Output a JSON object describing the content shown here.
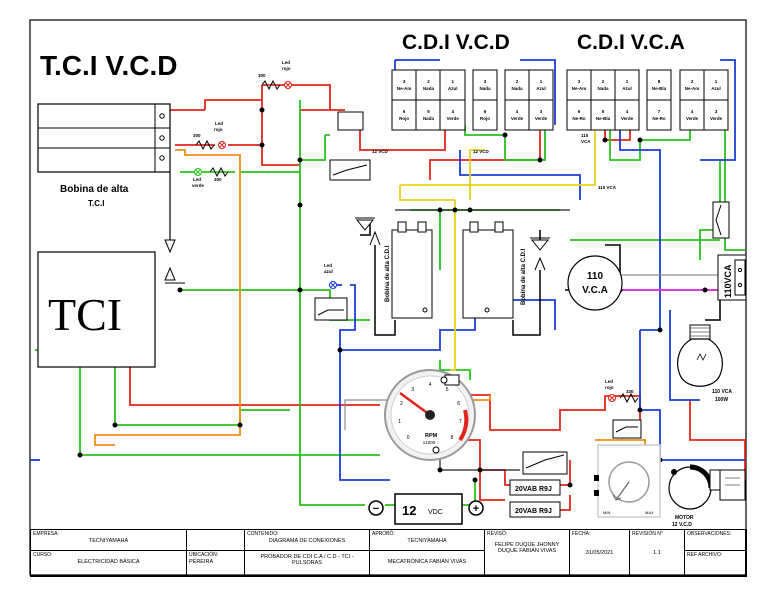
{
  "titles": {
    "tci_vcd": "T.C.I  V.C.D",
    "cdi_vcd": "C.D.I  V.C.D",
    "cdi_vca": "C.D.I  V.C.A"
  },
  "labels": {
    "bobina_alta": "Bobina de alta",
    "tci_small": "T.C.I",
    "tci_box": "TCI",
    "bobina_cdi_left": "Bobina de alta C.D.I",
    "bobina_cdi_right": "Bobina de alta C.D.I",
    "vca_110_a": "110",
    "vca_110_b": "V.C.A",
    "vca_110_vertical": "110VCA",
    "lamp": "110 VCA",
    "lamp_w": "100W",
    "motor_a": "MOTOR",
    "motor_b": "12 V.C.D",
    "vdc_value": "12",
    "vdc_unit": "VDC",
    "minus": "−",
    "plus": "+",
    "rpm": "RPM",
    "rpm_x": "x1000",
    "relay1": "20VAB R9J",
    "relay2": "20VAB R9J",
    "min": "MIN",
    "max": "MAX",
    "v12_a": "12 VCD",
    "v12_b": "12 VCD",
    "vca110_a": "110",
    "vca110_b": "VCA",
    "vca110_line": "110 VCA"
  },
  "leds": {
    "top": {
      "label_a": "Led",
      "label_b": "rojo",
      "res": "300"
    },
    "mid_red": {
      "label_a": "Led",
      "label_b": "rojo",
      "res": "300"
    },
    "mid_green": {
      "label_a": "Led",
      "label_b": "verde",
      "res": "300"
    },
    "blue": {
      "label_a": "Led",
      "label_b": "azul"
    },
    "bottom_red": {
      "label_a": "Led",
      "label_b": "rojo",
      "res": "330"
    }
  },
  "connector_vcd": [
    {
      "num": "3",
      "name": "Ne-Am"
    },
    {
      "num": "2",
      "name": "Nada"
    },
    {
      "num": "1",
      "name": "Azul"
    },
    {
      "num": "6",
      "name": "Rojo"
    },
    {
      "num": "5",
      "name": "Nada"
    },
    {
      "num": "4",
      "name": "Verde"
    }
  ],
  "connector_vcd_b": [
    {
      "num": "3",
      "name": "Nada"
    },
    {
      "num": "6",
      "name": "Rojo"
    }
  ],
  "connector_vcd_c": [
    {
      "num": "2",
      "name": "Nada"
    },
    {
      "num": "1",
      "name": "Azul"
    },
    {
      "num": "4",
      "name": "Verde"
    },
    {
      "num": "3",
      "name": "Verde"
    }
  ],
  "connector_vca": [
    {
      "num": "3",
      "name": "Ne-Am"
    },
    {
      "num": "2",
      "name": "Nada"
    },
    {
      "num": "1",
      "name": "Azul"
    },
    {
      "num": "6",
      "name": "Ne-Ro"
    },
    {
      "num": "5",
      "name": "Ne-Bla"
    },
    {
      "num": "4",
      "name": "Verde"
    }
  ],
  "connector_vca_b": [
    {
      "num": "8",
      "name": "Ne-Bla"
    },
    {
      "num": "7",
      "name": "Ne-Ro"
    }
  ],
  "connector_vca_c": [
    {
      "num": "2",
      "name": "Ne-Am"
    },
    {
      "num": "1",
      "name": "Azul"
    },
    {
      "num": "4",
      "name": "Verde"
    },
    {
      "num": "3",
      "name": "Verde"
    }
  ],
  "gauge_ticks": [
    "0",
    "1",
    "2",
    "3",
    "4",
    "5",
    "6",
    "7",
    "8"
  ],
  "title_block": {
    "empresa": {
      "head": "EMPRESA:",
      "value": "TECNIYAMAHA"
    },
    "contenido": {
      "head": "CONTENIDO:",
      "value": "DIAGRAMA DE CONEXIONES"
    },
    "aprobo": {
      "head": "APROBÓ:",
      "value": "TECNIYAMAHA"
    },
    "reviso": {
      "head": "REVISÓ:",
      "value": "FELIPE DUQUE JHONNY DUQUE FABIÁN VIVAS"
    },
    "fecha": {
      "head": "FECHA:",
      "value": "31/05/2021"
    },
    "revision": {
      "head": "REVISIÓN N°",
      "value": "1.1"
    },
    "observaciones": {
      "head": "OBSERVACIONES:",
      "value": ""
    },
    "curso": {
      "head": "CURSO:",
      "value": "ELECTRICIDAD BÁSICA"
    },
    "ubicacion": {
      "head": "UBICACIÓN:",
      "value": "PEREIRA"
    },
    "contenido2": {
      "value": "PROBADOR DE CDI C.A / C.D  - TCI - PULSORAS"
    },
    "aprobo2": {
      "value": "MECATRÓNICA FABIÁN VIVAS"
    },
    "ref": {
      "head": "REF ARCHIVO:",
      "value": ""
    }
  }
}
